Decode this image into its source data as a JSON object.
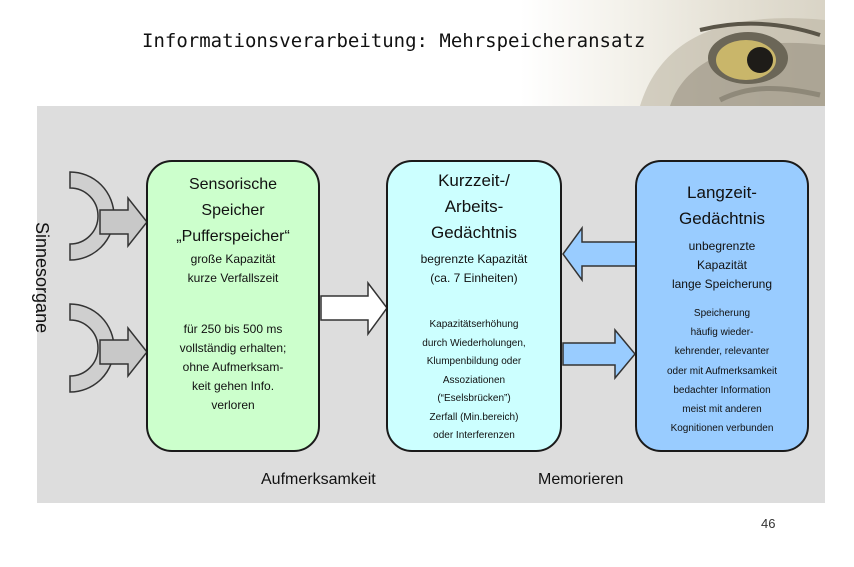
{
  "title": "Informationsverarbeitung: Mehrspeicheransatz",
  "sinnesorgane": "Sinnesorgane",
  "sensory": {
    "heading": [
      "Sensorische",
      "Speicher",
      "„Pufferspeicher“"
    ],
    "lines": [
      "große Kapazität",
      "kurze Verfallszeit",
      "",
      "für 250 bis 500 ms",
      "vollständig erhalten;",
      "ohne Aufmerksam-",
      "keit gehen Info.",
      "verloren"
    ]
  },
  "shortterm": {
    "heading": [
      "Kurzzeit-/",
      "Arbeits-",
      "Gedächtnis"
    ],
    "lines": [
      "begrenzte Kapazität",
      "(ca. 7 Einheiten)"
    ],
    "small_lines": [
      "Kapazitätserhöhung",
      "durch Wiederholungen,",
      "Klumpenbildung oder",
      "Assoziationen",
      "(“Eselsbrücken”)",
      "Zerfall (Min.bereich)",
      "oder Interferenzen"
    ]
  },
  "longterm": {
    "heading": [
      "Langzeit-",
      "Gedächtnis"
    ],
    "lines": [
      "unbegrenzte",
      "Kapazität",
      "lange Speicherung"
    ],
    "small_lines": [
      "Speicherung",
      "häufig wieder-",
      "kehrender, relevanter",
      "oder mit Aufmerksamkeit",
      "bedachter Information",
      "meist mit anderen",
      "Kognitionen verbunden"
    ]
  },
  "labels": {
    "attention": "Aufmerksamkeit",
    "rehearsal": "Memorieren"
  },
  "page_number": "46",
  "colors": {
    "sensory_fill": "#ccffcc",
    "shortterm_fill": "#ccffff",
    "longterm_fill": "#99ccff",
    "panel_fill": "#dddddd"
  }
}
